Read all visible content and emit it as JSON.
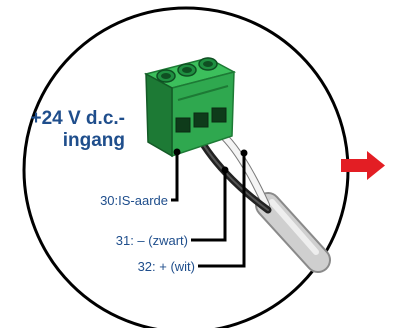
{
  "input_label": {
    "line1": "+24 V d.c.-",
    "line2": "ingang"
  },
  "terminals": [
    {
      "label": "30:IS-aarde",
      "wire": "ground"
    },
    {
      "label": "31: – (zwart)",
      "wire": "black"
    },
    {
      "label": "32: + (wit)",
      "wire": "white"
    }
  ],
  "colors": {
    "label_text": "#1f4e8c",
    "connector_green": "#2fa84f",
    "connector_dark_green": "#1d7a35",
    "arrow": "#e31e24",
    "circle_outline": "#000000",
    "leader_lines": "#000000"
  },
  "icons": {
    "next_step": "right-arrow-icon"
  }
}
